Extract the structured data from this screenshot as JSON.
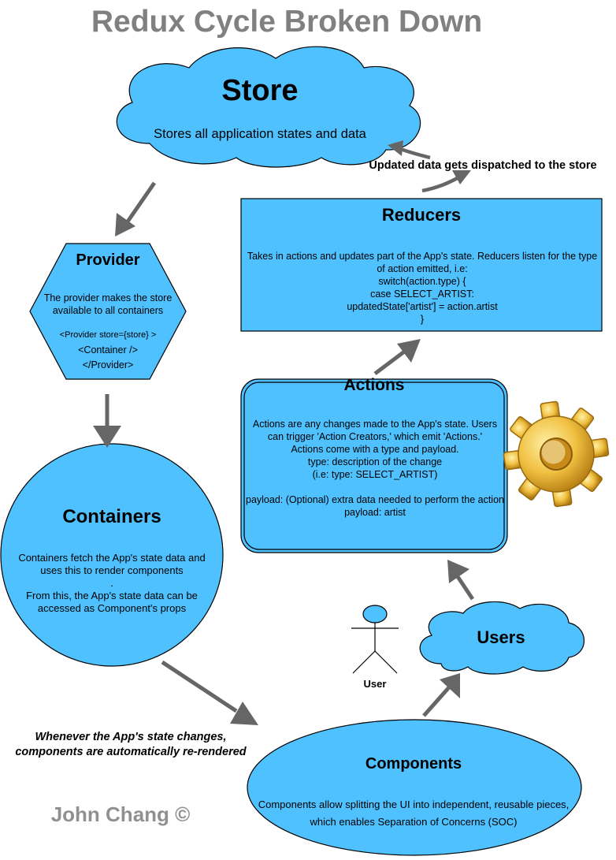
{
  "title": "Redux Cycle Broken Down",
  "colors": {
    "node_fill": "#4fc1ff",
    "arrow": "#666666",
    "title_gray": "#808080",
    "gear": "#e8b43a"
  },
  "store": {
    "title": "Store",
    "description": "Stores all application states and data"
  },
  "dispatch_label": "Updated data gets dispatched to the store",
  "reducers": {
    "title": "Reducers",
    "description": "Takes in actions and updates part of the App's state. Reducers listen for the type of action emitted, i.e:\nswitch(action.type) {\ncase SELECT_ARTIST:\nupdatedState['artist'] = action.artist\n}"
  },
  "provider": {
    "title": "Provider",
    "description": "The provider makes the store available to all containers",
    "code_line1": "<Provider store={store} >",
    "code_line2": "<Container />",
    "code_line3": "</Provider>"
  },
  "actions": {
    "title": "Actions",
    "description": "Actions are any changes made to the App's state. Users can trigger 'Action Creators,' which emit 'Actions.'\nActions come with a type and payload.\ntype: description of the change\n(i.e: type: SELECT_ARTIST)\n\npayload: (Optional) extra data needed to perform the action\npayload: artist"
  },
  "gear_icon": "gear-icon",
  "containers": {
    "title": "Containers",
    "description": "Containers fetch the App's state data and uses this to render components\n.\nFrom this, the App's state data can be accessed as Component's props"
  },
  "users": {
    "title": "Users"
  },
  "user_figure": {
    "label": "User"
  },
  "rerender_note": "Whenever the App's state changes, components are automatically re-rendered",
  "components": {
    "title": "Components",
    "description": "Components allow splitting the UI into independent, reusable pieces, which enables Separation of Concerns (SOC)"
  },
  "author": "John Chang ©"
}
